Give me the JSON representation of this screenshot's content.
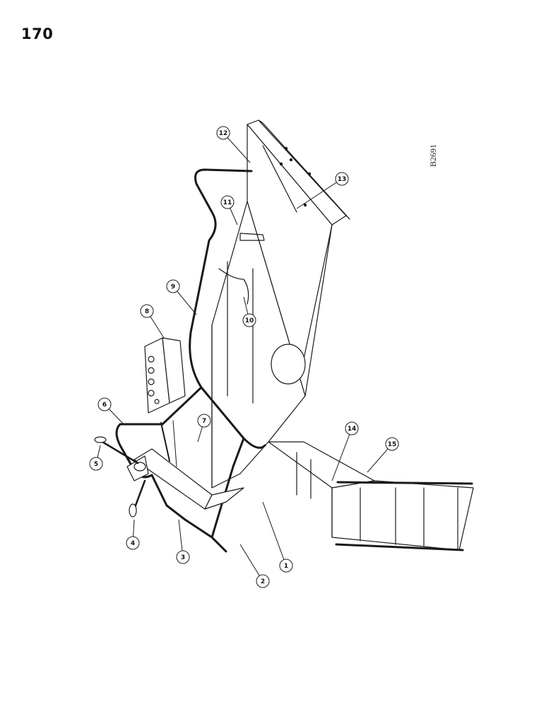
{
  "page": {
    "number": "170",
    "drawing_id": "B2691"
  },
  "callouts": [
    {
      "id": "c1",
      "label": "1"
    },
    {
      "id": "c2",
      "label": "2"
    },
    {
      "id": "c3",
      "label": "3"
    },
    {
      "id": "c4",
      "label": "4"
    },
    {
      "id": "c5",
      "label": "5"
    },
    {
      "id": "c6",
      "label": "6"
    },
    {
      "id": "c7",
      "label": "7"
    },
    {
      "id": "c8",
      "label": "8"
    },
    {
      "id": "c9",
      "label": "9"
    },
    {
      "id": "c10",
      "label": "10"
    },
    {
      "id": "c11",
      "label": "11"
    },
    {
      "id": "c12",
      "label": "12"
    },
    {
      "id": "c13",
      "label": "13"
    },
    {
      "id": "c14",
      "label": "14"
    },
    {
      "id": "c15",
      "label": "15"
    }
  ]
}
